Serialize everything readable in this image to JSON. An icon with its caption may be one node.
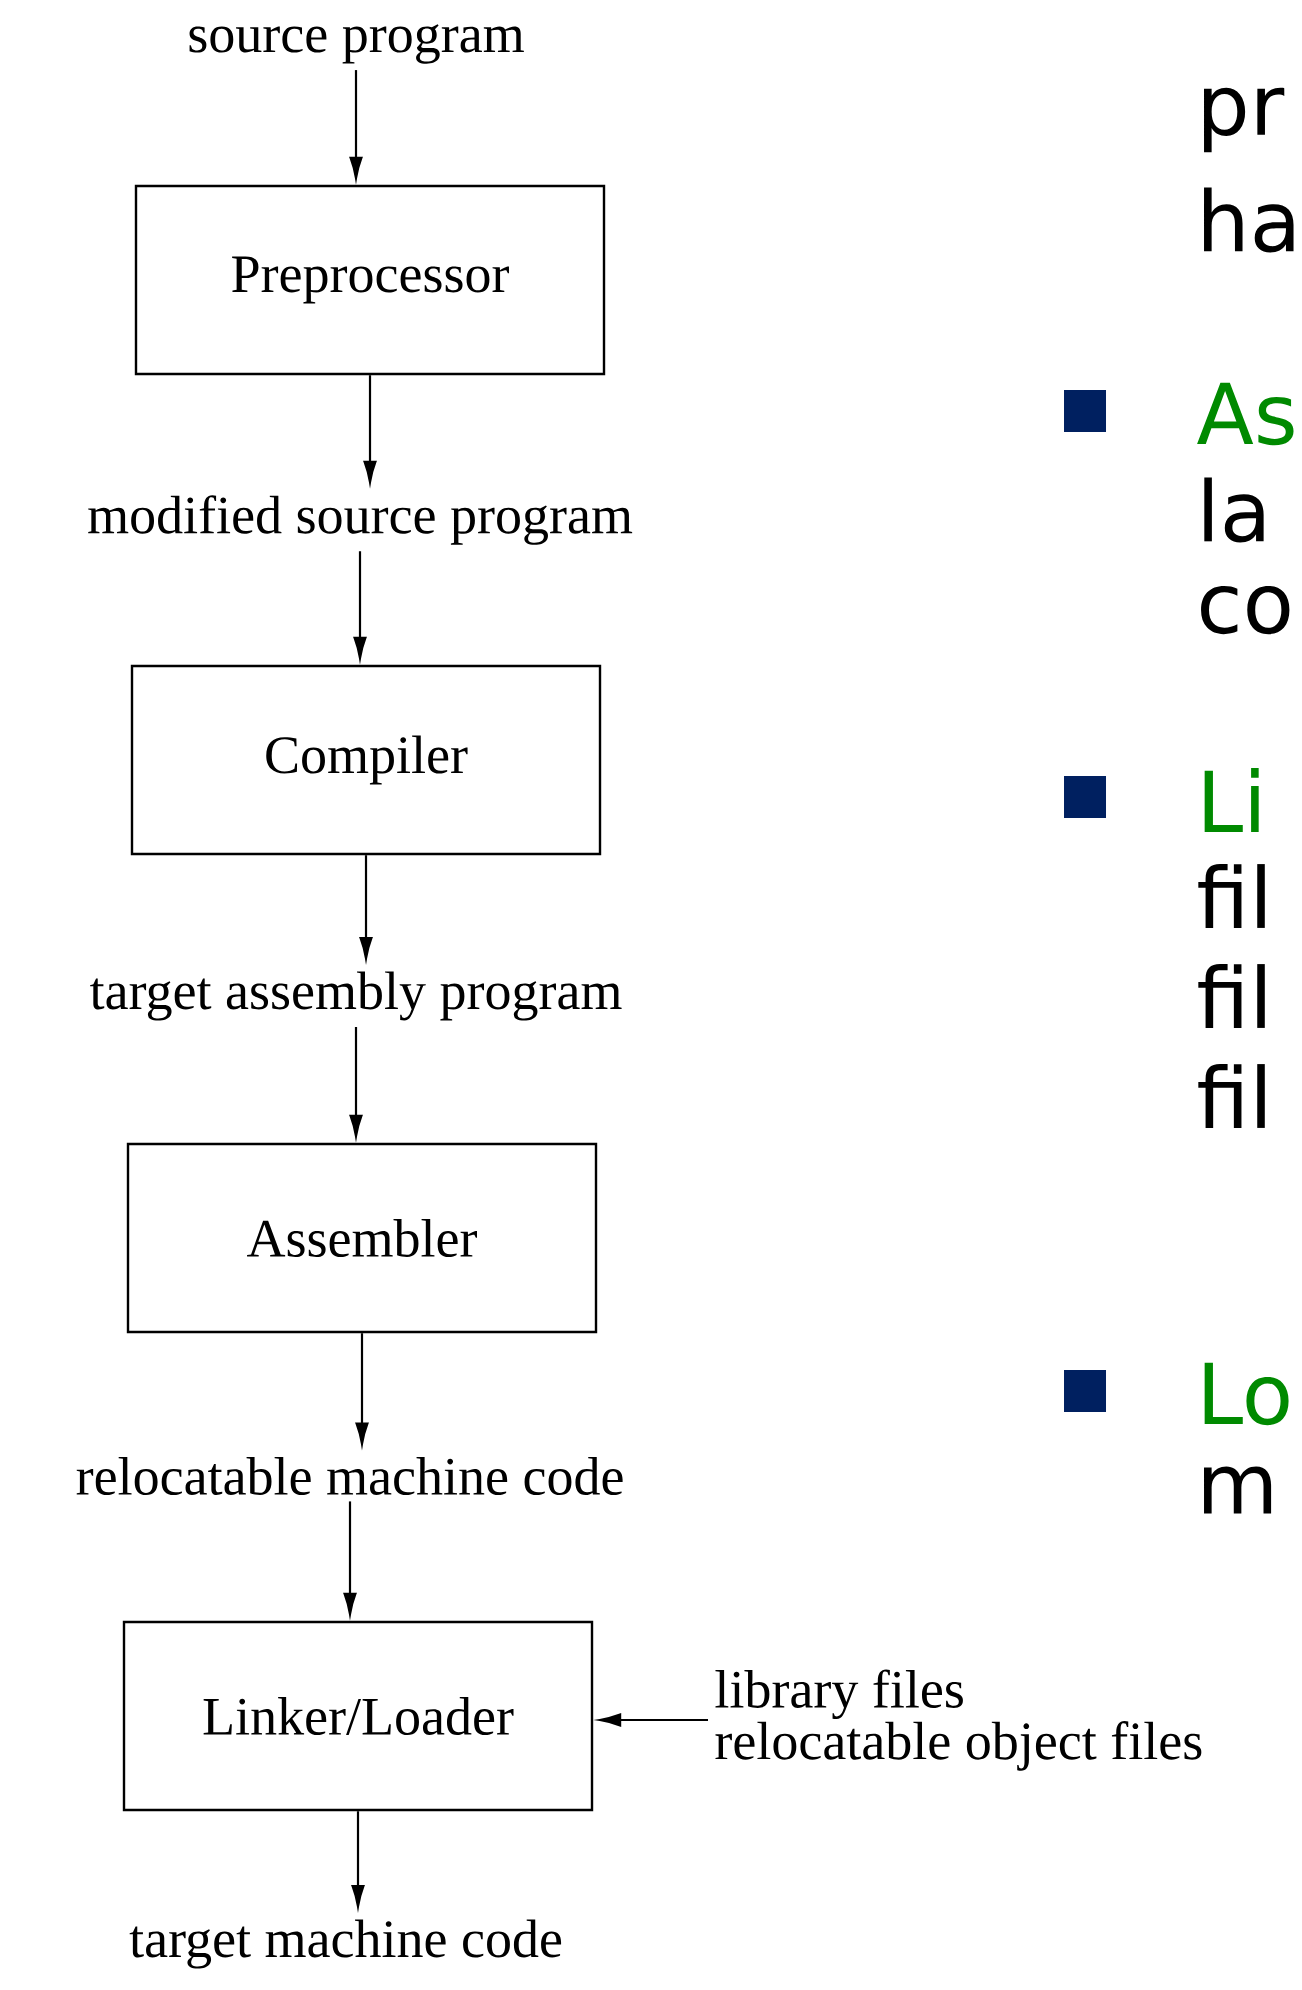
{
  "diagram": {
    "nodes": [
      {
        "text": [
          "source program"
        ]
      },
      {
        "text": [
          "Preprocessor"
        ]
      },
      {
        "text": [
          "modified source program"
        ]
      },
      {
        "text": [
          "Compiler"
        ]
      },
      {
        "text": [
          "target assembly program"
        ]
      },
      {
        "text": [
          "Assembler"
        ]
      },
      {
        "text": [
          "relocatable machine code"
        ]
      },
      {
        "text": [
          "Linker/Loader"
        ]
      },
      {
        "text": [
          "library files",
          "relocatable object files"
        ]
      },
      {
        "text": [
          "target machine code"
        ]
      }
    ],
    "edges": [
      {
        "from": 0,
        "to": 1,
        "arrow": "to"
      },
      {
        "from": 1,
        "to": 2,
        "arrow": "to"
      },
      {
        "from": 2,
        "to": 3,
        "arrow": "to"
      },
      {
        "from": 3,
        "to": 4,
        "arrow": "to"
      },
      {
        "from": 4,
        "to": 5,
        "arrow": "to"
      },
      {
        "from": 5,
        "to": 6,
        "arrow": "to"
      },
      {
        "from": 6,
        "to": 7,
        "arrow": "to"
      },
      {
        "from": 8,
        "to": 7,
        "arrow": "to"
      },
      {
        "from": 7,
        "to": 9,
        "arrow": "to"
      }
    ],
    "labels": [
      "pr",
      "ha",
      "As",
      "la",
      "co",
      "Li",
      "fil",
      "fil",
      "fil",
      "Lo",
      "m"
    ]
  }
}
